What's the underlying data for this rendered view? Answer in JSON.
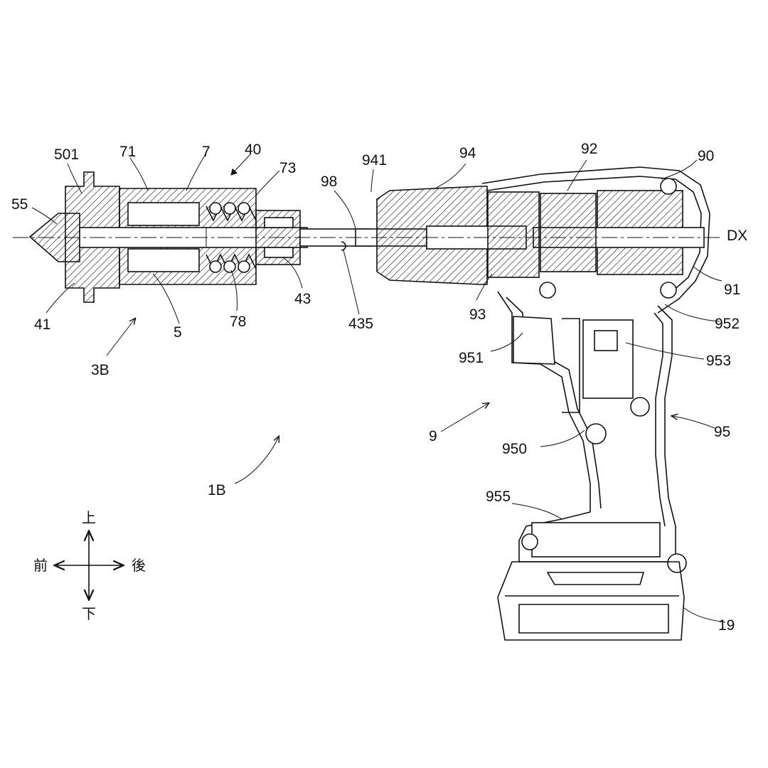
{
  "labels": {
    "l501": "501",
    "l71": "71",
    "l7": "7",
    "l40": "40",
    "l73": "73",
    "l55": "55",
    "l41": "41",
    "l5": "5",
    "l78": "78",
    "l43": "43",
    "l435": "435",
    "l3B": "3B",
    "l98": "98",
    "l941": "941",
    "l94": "94",
    "l92": "92",
    "l90": "90",
    "lDX": "DX",
    "l91": "91",
    "l93": "93",
    "l952": "952",
    "l951": "951",
    "l953": "953",
    "l9": "9",
    "l95": "95",
    "l950": "950",
    "l1B": "1B",
    "l955": "955",
    "l19": "19"
  },
  "directions": {
    "up": "上",
    "down": "下",
    "front": "前",
    "back": "後"
  }
}
